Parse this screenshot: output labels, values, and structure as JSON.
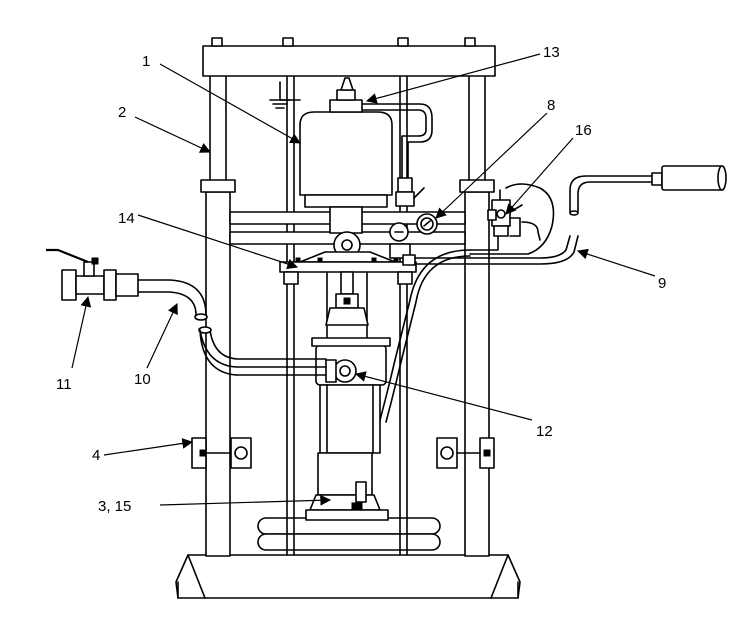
{
  "callouts": [
    {
      "id": "c1",
      "label": "1"
    },
    {
      "id": "c2",
      "label": "2"
    },
    {
      "id": "c3",
      "label": "3, 15"
    },
    {
      "id": "c4",
      "label": "4"
    },
    {
      "id": "c8",
      "label": "8"
    },
    {
      "id": "c9",
      "label": "9"
    },
    {
      "id": "c10",
      "label": "10"
    },
    {
      "id": "c11",
      "label": "11"
    },
    {
      "id": "c12",
      "label": "12"
    },
    {
      "id": "c13",
      "label": "13"
    },
    {
      "id": "c14",
      "label": "14"
    },
    {
      "id": "c16",
      "label": "16"
    }
  ]
}
